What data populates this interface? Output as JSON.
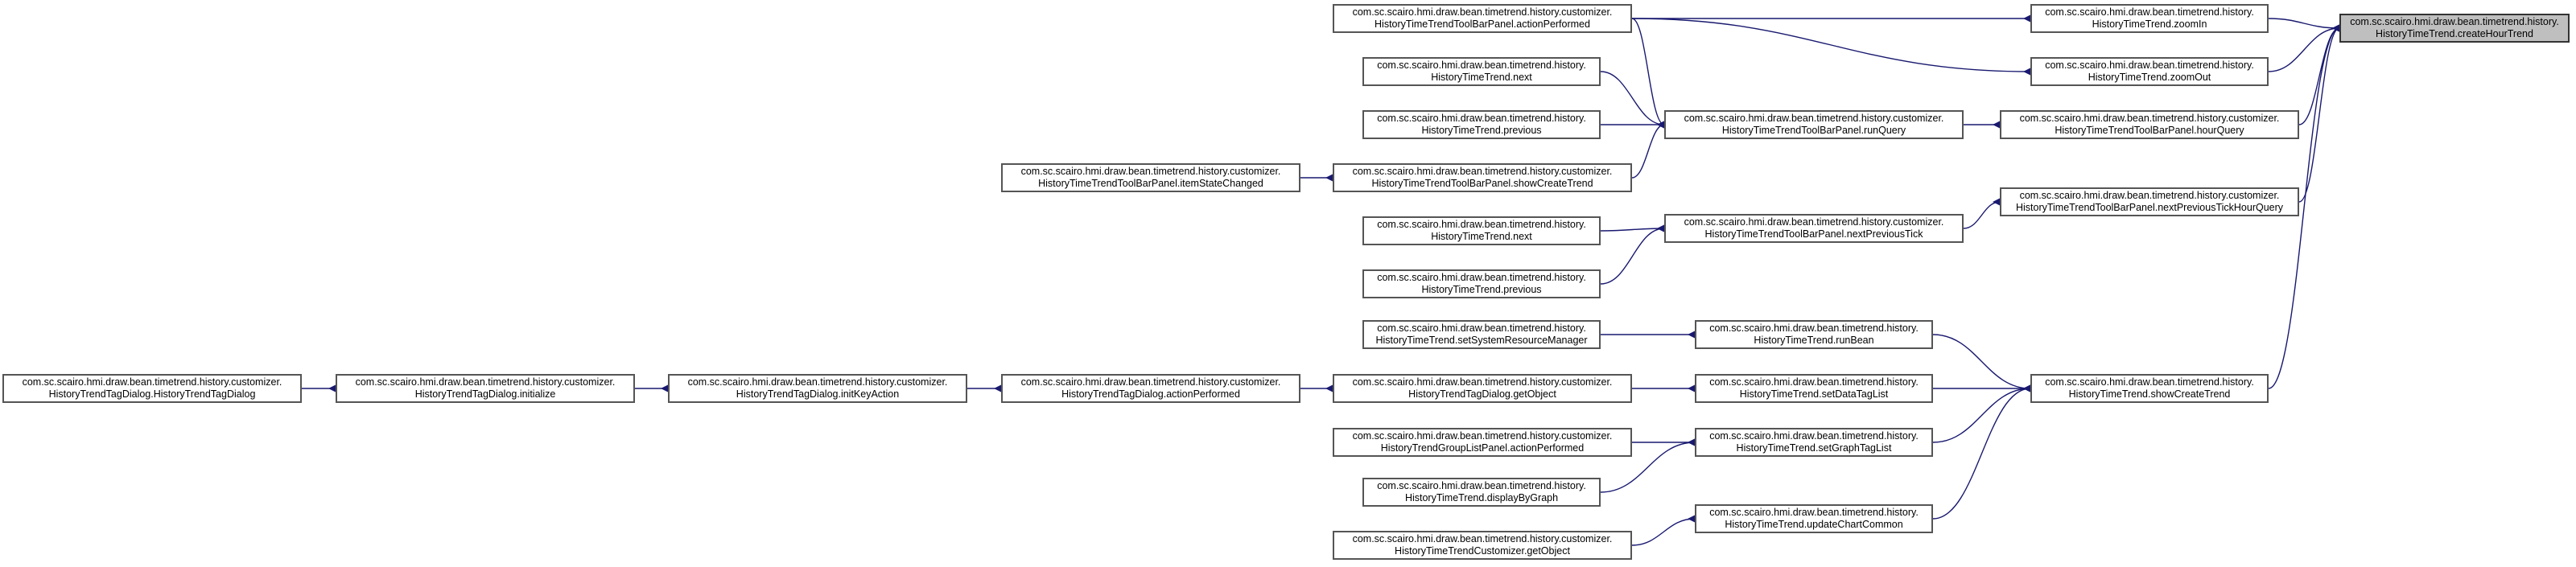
{
  "diagram": {
    "colors": {
      "edge": "#191970",
      "node_border": "#555555",
      "node_fill": "#ffffff",
      "focus_fill": "#bfbfbf"
    },
    "nodes": {
      "createHourTrend": {
        "line1": "com.sc.scairo.hmi.draw.bean.timetrend.history.",
        "line2": "HistoryTimeTrend.createHourTrend"
      },
      "zoomIn": {
        "line1": "com.sc.scairo.hmi.draw.bean.timetrend.history.",
        "line2": "HistoryTimeTrend.zoomIn"
      },
      "zoomOut": {
        "line1": "com.sc.scairo.hmi.draw.bean.timetrend.history.",
        "line2": "HistoryTimeTrend.zoomOut"
      },
      "hourQuery": {
        "line1": "com.sc.scairo.hmi.draw.bean.timetrend.history.customizer.",
        "line2": "HistoryTimeTrendToolBarPanel.hourQuery"
      },
      "nextPrevTickHourQuery": {
        "line1": "com.sc.scairo.hmi.draw.bean.timetrend.history.customizer.",
        "line2": "HistoryTimeTrendToolBarPanel.nextPreviousTickHourQuery"
      },
      "showCreateTrend": {
        "line1": "com.sc.scairo.hmi.draw.bean.timetrend.history.",
        "line2": "HistoryTimeTrend.showCreateTrend"
      },
      "actionPerformedToolbar": {
        "line1": "com.sc.scairo.hmi.draw.bean.timetrend.history.customizer.",
        "line2": "HistoryTimeTrendToolBarPanel.actionPerformed"
      },
      "runQuery": {
        "line1": "com.sc.scairo.hmi.draw.bean.timetrend.history.customizer.",
        "line2": "HistoryTimeTrendToolBarPanel.runQuery"
      },
      "nextPreviousTick": {
        "line1": "com.sc.scairo.hmi.draw.bean.timetrend.history.customizer.",
        "line2": "HistoryTimeTrendToolBarPanel.nextPreviousTick"
      },
      "next1": {
        "line1": "com.sc.scairo.hmi.draw.bean.timetrend.history.",
        "line2": "HistoryTimeTrend.next"
      },
      "previous1": {
        "line1": "com.sc.scairo.hmi.draw.bean.timetrend.history.",
        "line2": "HistoryTimeTrend.previous"
      },
      "showCreateTrendToolbar": {
        "line1": "com.sc.scairo.hmi.draw.bean.timetrend.history.customizer.",
        "line2": "HistoryTimeTrendToolBarPanel.showCreateTrend"
      },
      "itemStateChanged": {
        "line1": "com.sc.scairo.hmi.draw.bean.timetrend.history.customizer.",
        "line2": "HistoryTimeTrendToolBarPanel.itemStateChanged"
      },
      "next2": {
        "line1": "com.sc.scairo.hmi.draw.bean.timetrend.history.",
        "line2": "HistoryTimeTrend.next"
      },
      "previous2": {
        "line1": "com.sc.scairo.hmi.draw.bean.timetrend.history.",
        "line2": "HistoryTimeTrend.previous"
      },
      "runBean": {
        "line1": "com.sc.scairo.hmi.draw.bean.timetrend.history.",
        "line2": "HistoryTimeTrend.runBean"
      },
      "setSystemResourceManager": {
        "line1": "com.sc.scairo.hmi.draw.bean.timetrend.history.",
        "line2": "HistoryTimeTrend.setSystemResourceManager"
      },
      "setDataTagList": {
        "line1": "com.sc.scairo.hmi.draw.bean.timetrend.history.",
        "line2": "HistoryTimeTrend.setDataTagList"
      },
      "getObjectDialog": {
        "line1": "com.sc.scairo.hmi.draw.bean.timetrend.history.customizer.",
        "line2": "HistoryTrendTagDialog.getObject"
      },
      "actionPerformedDialog": {
        "line1": "com.sc.scairo.hmi.draw.bean.timetrend.history.customizer.",
        "line2": "HistoryTrendTagDialog.actionPerformed"
      },
      "initKeyAction": {
        "line1": "com.sc.scairo.hmi.draw.bean.timetrend.history.customizer.",
        "line2": "HistoryTrendTagDialog.initKeyAction"
      },
      "initialize": {
        "line1": "com.sc.scairo.hmi.draw.bean.timetrend.history.customizer.",
        "line2": "HistoryTrendTagDialog.initialize"
      },
      "constructorDialog": {
        "line1": "com.sc.scairo.hmi.draw.bean.timetrend.history.customizer.",
        "line2": "HistoryTrendTagDialog.HistoryTrendTagDialog"
      },
      "setGraphTagList": {
        "line1": "com.sc.scairo.hmi.draw.bean.timetrend.history.",
        "line2": "HistoryTimeTrend.setGraphTagList"
      },
      "actionPerformedGroup": {
        "line1": "com.sc.scairo.hmi.draw.bean.timetrend.history.customizer.",
        "line2": "HistoryTrendGroupListPanel.actionPerformed"
      },
      "displayByGraph": {
        "line1": "com.sc.scairo.hmi.draw.bean.timetrend.history.",
        "line2": "HistoryTimeTrend.displayByGraph"
      },
      "updateChartCommon": {
        "line1": "com.sc.scairo.hmi.draw.bean.timetrend.history.",
        "line2": "HistoryTimeTrend.updateChartCommon"
      },
      "getObjectCustomizer": {
        "line1": "com.sc.scairo.hmi.draw.bean.timetrend.history.customizer.",
        "line2": "HistoryTimeTrendCustomizer.getObject"
      }
    },
    "edges": [
      [
        "zoomIn",
        "createHourTrend"
      ],
      [
        "zoomOut",
        "createHourTrend"
      ],
      [
        "hourQuery",
        "createHourTrend"
      ],
      [
        "nextPrevTickHourQuery",
        "createHourTrend"
      ],
      [
        "showCreateTrend",
        "createHourTrend"
      ],
      [
        "actionPerformedToolbar",
        "zoomIn"
      ],
      [
        "actionPerformedToolbar",
        "zoomOut"
      ],
      [
        "runQuery",
        "hourQuery"
      ],
      [
        "actionPerformedToolbar",
        "runQuery"
      ],
      [
        "next1",
        "runQuery"
      ],
      [
        "previous1",
        "runQuery"
      ],
      [
        "showCreateTrendToolbar",
        "runQuery"
      ],
      [
        "itemStateChanged",
        "showCreateTrendToolbar"
      ],
      [
        "nextPreviousTick",
        "nextPrevTickHourQuery"
      ],
      [
        "next2",
        "nextPreviousTick"
      ],
      [
        "previous2",
        "nextPreviousTick"
      ],
      [
        "runBean",
        "showCreateTrend"
      ],
      [
        "setDataTagList",
        "showCreateTrend"
      ],
      [
        "setGraphTagList",
        "showCreateTrend"
      ],
      [
        "updateChartCommon",
        "showCreateTrend"
      ],
      [
        "setSystemResourceManager",
        "runBean"
      ],
      [
        "getObjectDialog",
        "setDataTagList"
      ],
      [
        "actionPerformedDialog",
        "getObjectDialog"
      ],
      [
        "initKeyAction",
        "actionPerformedDialog"
      ],
      [
        "initialize",
        "initKeyAction"
      ],
      [
        "constructorDialog",
        "initialize"
      ],
      [
        "actionPerformedGroup",
        "setGraphTagList"
      ],
      [
        "displayByGraph",
        "setGraphTagList"
      ],
      [
        "getObjectCustomizer",
        "updateChartCommon"
      ]
    ]
  }
}
